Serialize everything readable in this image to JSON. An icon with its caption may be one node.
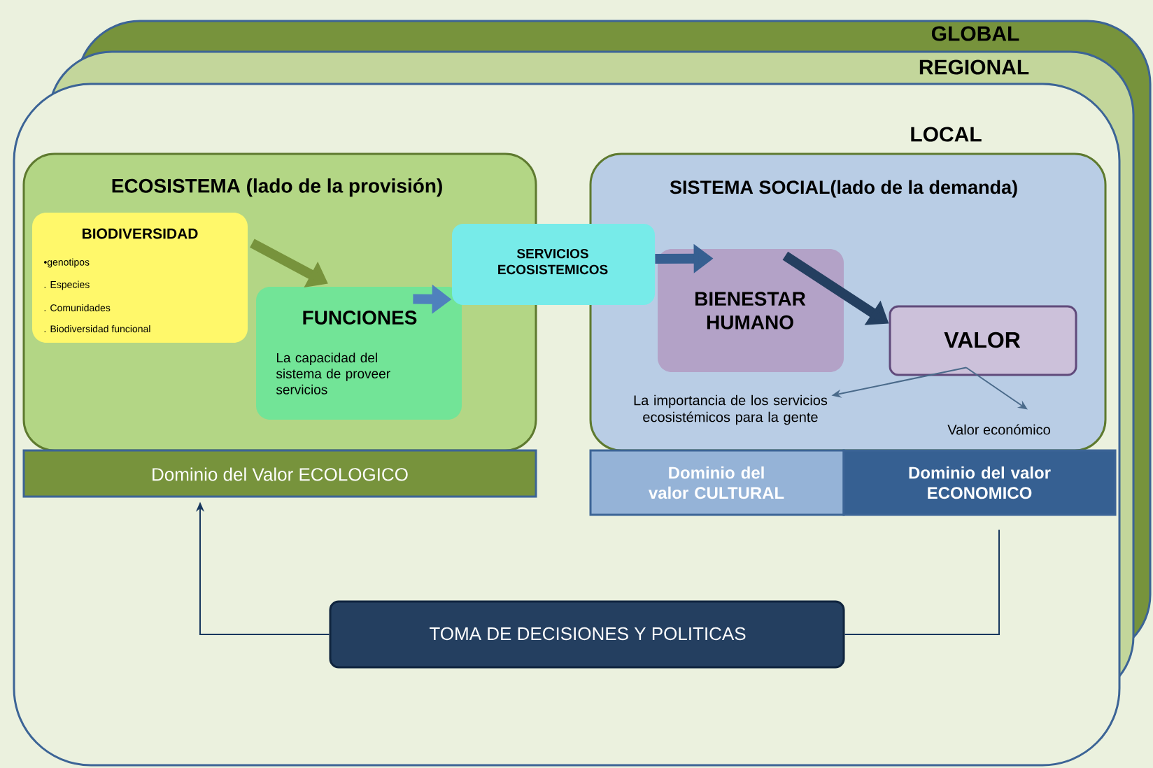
{
  "diagram": {
    "nodes": [
      {
        "text": [
          "ECOSISTEMA (lado de la provisión)"
        ]
      },
      {
        "text": [
          "BIODIVERSIDAD",
          "•genotipos",
          ". Especies",
          ". Comunidades",
          ". Biodiversidad funcional"
        ],
        "in": 0
      },
      {
        "text": [
          "FUNCIONES",
          "La capacidad del sistema de proveer servicios"
        ],
        "in": 0
      },
      {
        "text": [
          "Dominio del Valor ECOLOGICO"
        ]
      },
      {
        "text": [
          "SERVICIOS ECOSISTEMICOS"
        ]
      },
      {
        "text": [
          "SISTEMA SOCIAL(lado de la demanda)"
        ]
      },
      {
        "text": [
          "BIENESTAR HUMANO"
        ],
        "in": 5
      },
      {
        "text": [
          "VALOR"
        ],
        "in": 5
      },
      {
        "text": [
          "La importancia de los servicios ecosistémicos para la gente"
        ],
        "in": 5
      },
      {
        "text": [
          "Valor económico"
        ],
        "in": 5
      },
      {
        "text": [
          "Dominio del valor CULTURAL"
        ]
      },
      {
        "text": [
          "Dominio del valor ECONOMICO"
        ]
      },
      {
        "text": [
          "TOMA DE DECISIONES Y POLITICAS"
        ]
      }
    ],
    "edges": [
      {
        "from": 1,
        "to": 2,
        "arrow": "to",
        "style": "thick",
        "color": "#77933c"
      },
      {
        "from": 2,
        "to": 4,
        "arrow": "to",
        "style": "thick",
        "color": "#4f81bd"
      },
      {
        "from": 4,
        "to": 6,
        "arrow": "to",
        "style": "thick",
        "color": "#365f91"
      },
      {
        "from": 6,
        "to": 7,
        "arrow": "to",
        "style": "thick",
        "color": "#243f60"
      },
      {
        "from": 7,
        "to": 8,
        "arrow": "to"
      },
      {
        "from": 7,
        "to": 9,
        "arrow": "to"
      },
      {
        "from": 11,
        "to": 12,
        "arrow": "none",
        "color": "#17375e"
      },
      {
        "from": 12,
        "to": 3,
        "arrow": "to",
        "color": "#17375e"
      }
    ],
    "labels": [
      "GLOBAL",
      "REGIONAL",
      "LOCAL"
    ]
  }
}
